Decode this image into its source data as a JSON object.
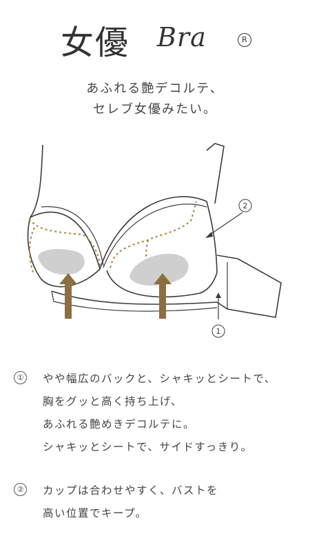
{
  "title": {
    "jp": "女優",
    "bra": "Bra",
    "registered": "R"
  },
  "tagline": {
    "line1": "あふれる艶デコルテ、",
    "line2": "セレブ女優みたい。"
  },
  "diagram": {
    "callout1": "①",
    "callout2": "②",
    "colors": {
      "outline": "#3a3a3a",
      "dotted": "#b07d2c",
      "arrow": "#8b6f3e",
      "pad": "#cfcfcf"
    }
  },
  "notes": [
    {
      "num": "①",
      "lines": [
        "やや幅広のバックと、シャキッとシートで、",
        "胸をグッと高く持ち上げ、",
        "あふれる艶めきデコルテに。",
        "シャキッとシートで、サイドすっきり。"
      ]
    },
    {
      "num": "②",
      "lines": [
        "カップは合わせやすく、バストを",
        "高い位置でキープ。"
      ]
    }
  ]
}
